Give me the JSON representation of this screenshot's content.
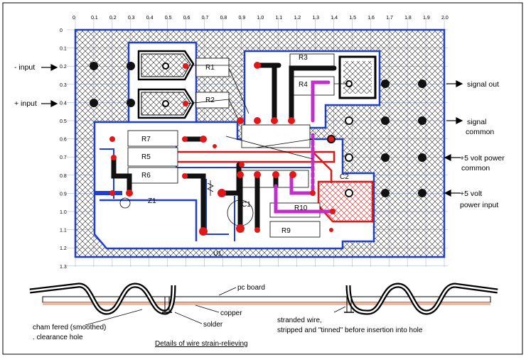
{
  "top_ruler": [
    "0",
    "0.1",
    "0.2",
    "0.3",
    "0.4",
    "0.5",
    "0.6",
    "0.7",
    "0.8",
    "0.9",
    "1.0",
    "1.1",
    "1.2",
    "1.3",
    "1.4",
    "1.5",
    "1.6",
    "1.7",
    "1.8",
    "1.9",
    "2.0"
  ],
  "left_ruler": [
    "0",
    "0.1",
    "0.2",
    "0.3",
    "0.4",
    "0.5",
    "0.6",
    "0.7",
    "0.8",
    "0.9",
    "1.0",
    "1.1",
    "1.2",
    "1.3"
  ],
  "external_labels": {
    "minus_input": "- input",
    "plus_input": "+ input",
    "signal_out": "signal out",
    "signal_common_1": "signal",
    "signal_common_2": "common",
    "power_common_1": "+5 volt power",
    "power_common_2": "common",
    "power_input_1": "+5 volt",
    "power_input_2": "power input"
  },
  "components": {
    "r1": "R1",
    "r2": "R2",
    "r3": "R3",
    "r4": "R4",
    "r5": "R5",
    "r6": "R6",
    "r7": "R7",
    "r9": "R9",
    "r10": "R10",
    "c1": "C1",
    "c2": "C2",
    "z1": "Z1",
    "u1": "U1"
  },
  "detail": {
    "pc_board": "pc board",
    "copper": "copper",
    "solder": "solder",
    "chamfer_1": "cham fered (smoothed)",
    "chamfer_2": ". clearance hole",
    "stranded_1": "stranded wire,",
    "stranded_2": "stripped and \"tinned\" before insertion into hole",
    "caption": "Details of wire strain-relieving"
  },
  "colors": {
    "board_outline": "#1f3fd0",
    "trace": "#1f3fd0",
    "jumper": "#111111",
    "pad": "#e01818",
    "red_trace": "#e01818",
    "magenta_wire": "#c030c8",
    "hatch": "#2a2a2a"
  }
}
